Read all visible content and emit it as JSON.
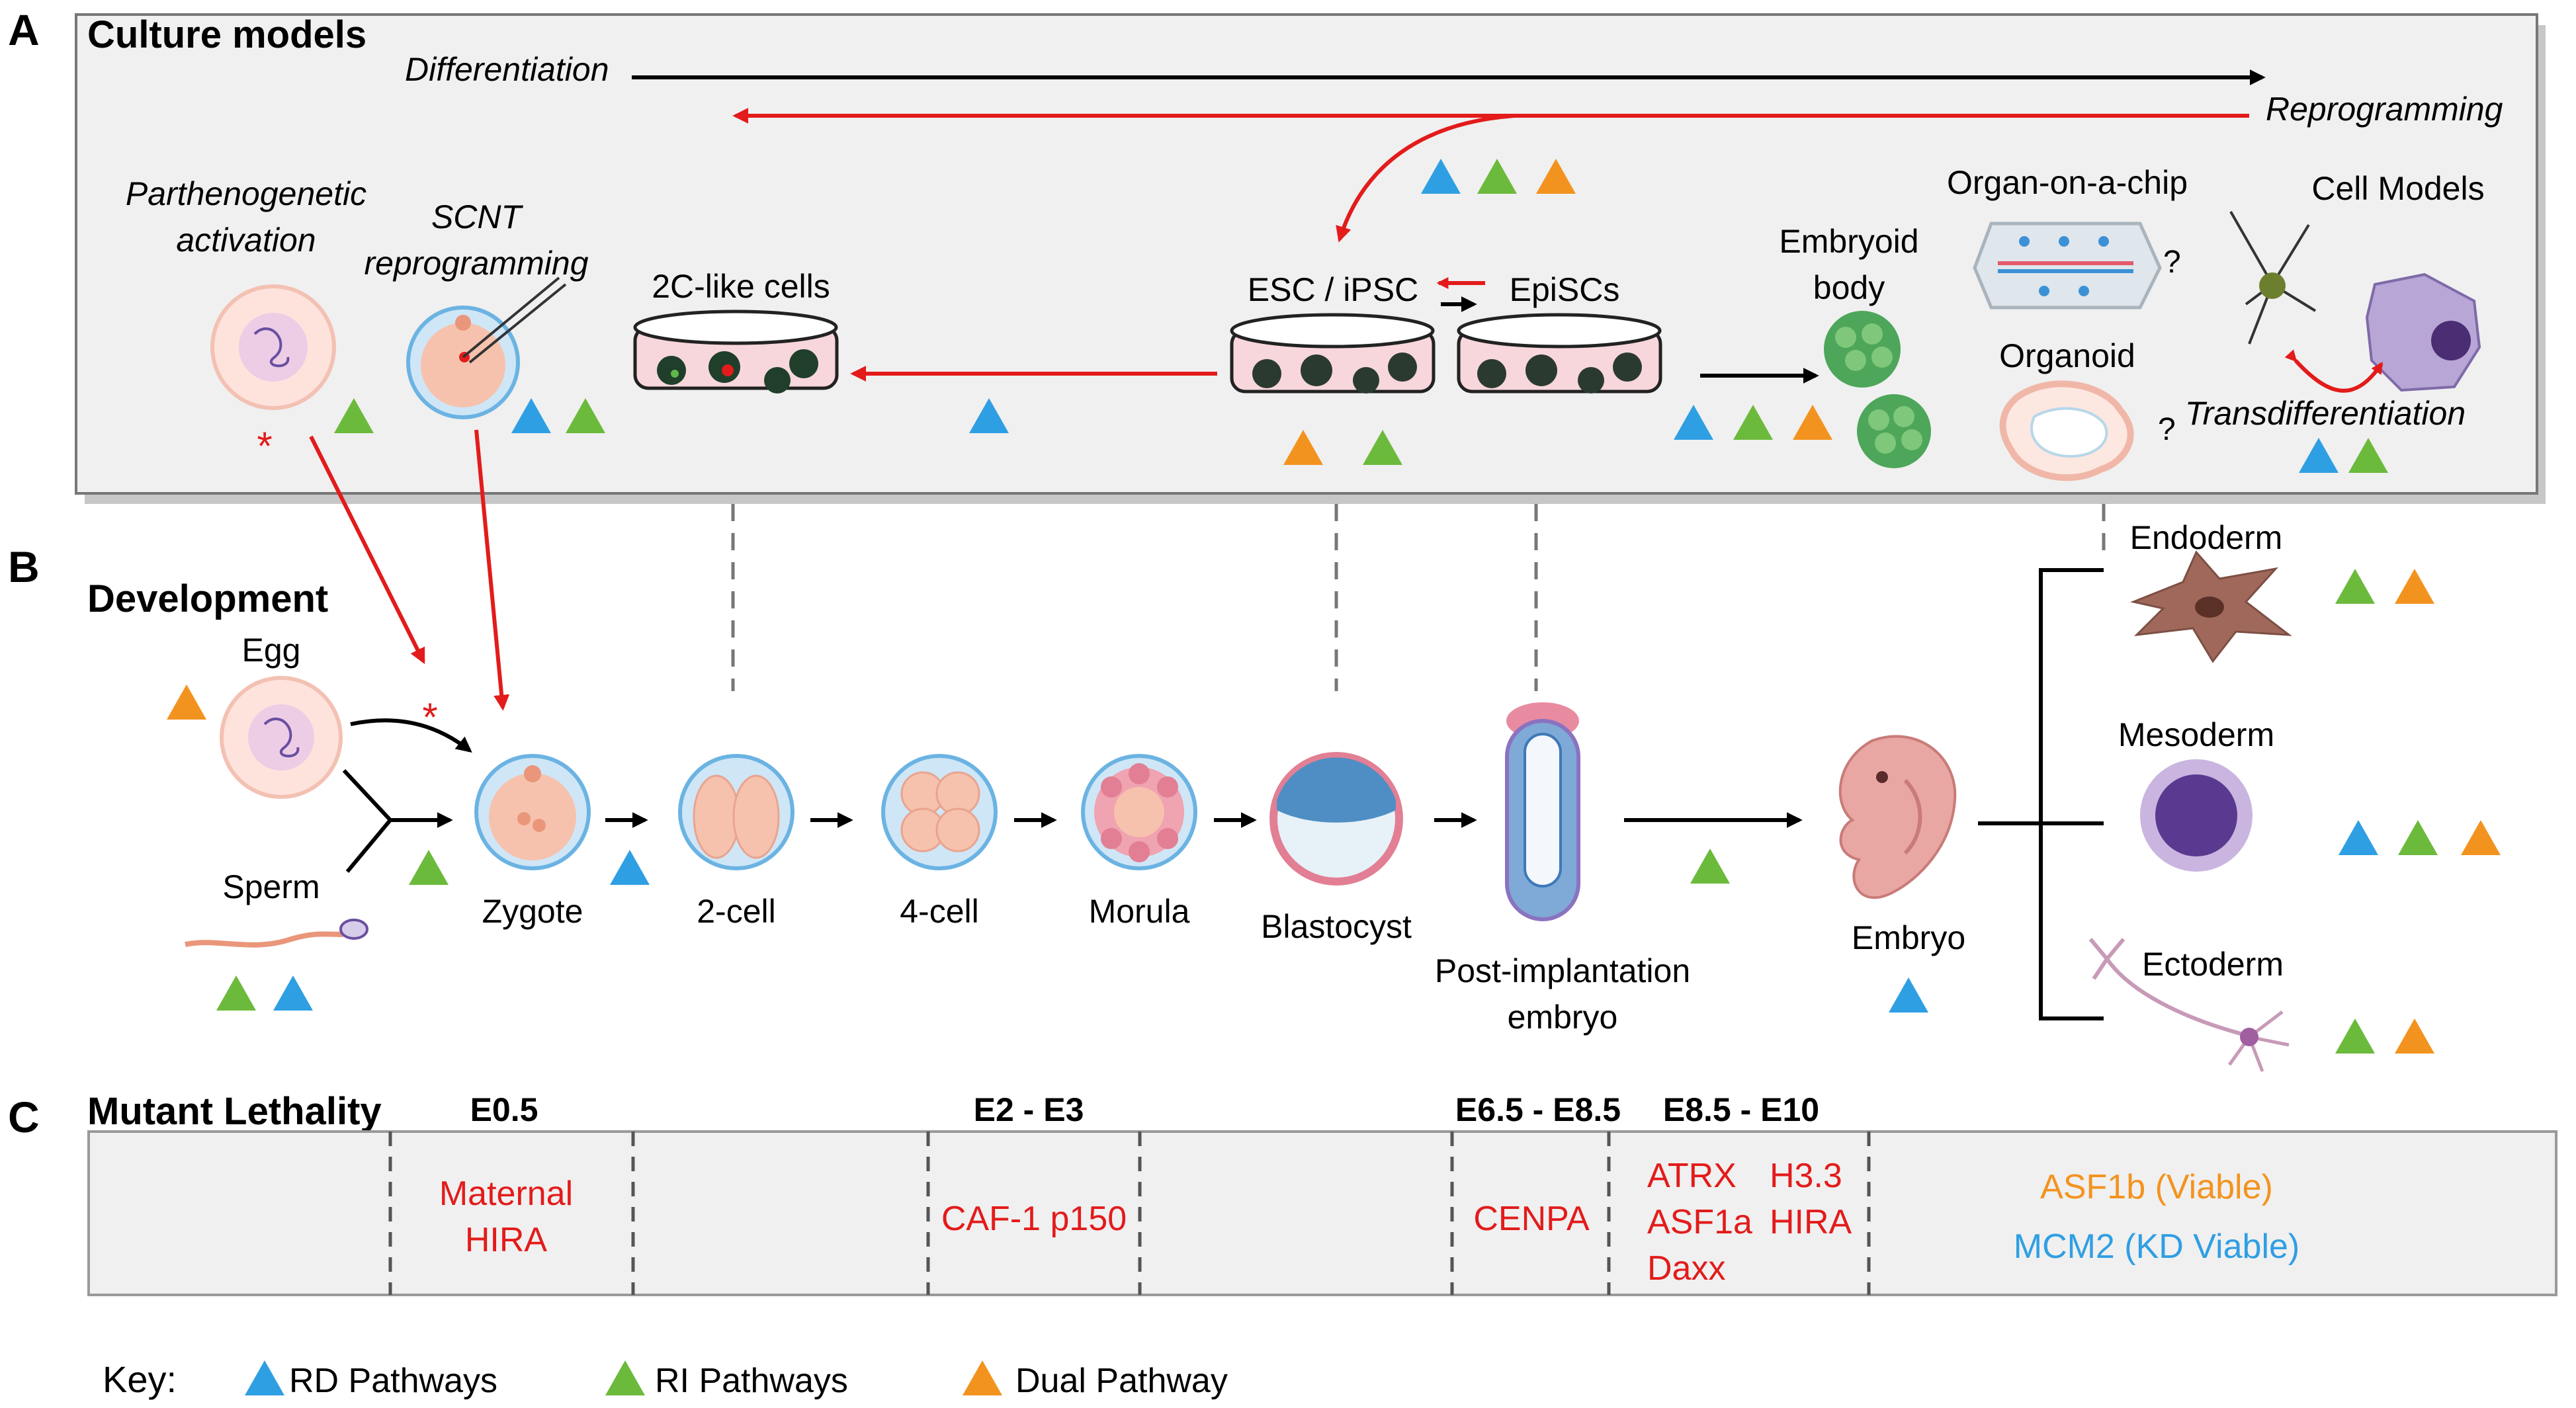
{
  "panel_a": {
    "letter": "A",
    "title": "Culture models",
    "differentiation": "Differentiation",
    "reprogramming": "Reprogramming",
    "parthenogenetic": [
      "Parthenogenetic",
      "activation"
    ],
    "scnt": [
      "SCNT",
      "reprogramming"
    ],
    "twoc": "2C-like cells",
    "esc": "ESC / iPSC",
    "episc": "EpiSCs",
    "embryoid": [
      "Embryoid",
      "body"
    ],
    "organ_chip": "Organ-on-a-chip",
    "organoid": "Organoid",
    "cell_models": "Cell Models",
    "transdiff": "Transdifferentiation",
    "question": "?",
    "asterisk": "*"
  },
  "panel_b": {
    "letter": "B",
    "title": "Development",
    "egg": "Egg",
    "sperm": "Sperm",
    "zygote": "Zygote",
    "two_cell": "2-cell",
    "four_cell": "4-cell",
    "morula": "Morula",
    "blastocyst": "Blastocyst",
    "post_impl": [
      "Post-implantation",
      "embryo"
    ],
    "embryo": "Embryo",
    "endoderm": "Endoderm",
    "mesoderm": "Mesoderm",
    "ectoderm": "Ectoderm",
    "asterisk": "*"
  },
  "panel_c": {
    "letter": "C",
    "title": "Mutant Lethality",
    "stage_e05": "E0.5",
    "stage_e23": "E2 - E3",
    "stage_e65": "E6.5 - E8.5",
    "stage_e85": "E8.5 - E10",
    "maternal_hira": [
      "Maternal",
      "HIRA"
    ],
    "caf1": "CAF-1 p150",
    "cenpa": "CENPA",
    "atrx": "ATRX",
    "asf1a": "ASF1a",
    "daxx": "Daxx",
    "h33": "H3.3",
    "hira": "HIRA",
    "asf1b": "ASF1b (Viable)",
    "mcm2": "MCM2 (KD Viable)"
  },
  "key": {
    "label": "Key:",
    "rd": "RD Pathways",
    "ri": "RI Pathways",
    "dual": "Dual Pathway"
  },
  "colors": {
    "rd_blue": "#2f9fe3",
    "ri_green": "#6cba3c",
    "dual_orange": "#f3931f",
    "arrow_red": "#e31b1b",
    "lethal_red": "#e31b1b",
    "viable_orange": "#f3931f",
    "viable_blue": "#2f9fe3"
  }
}
